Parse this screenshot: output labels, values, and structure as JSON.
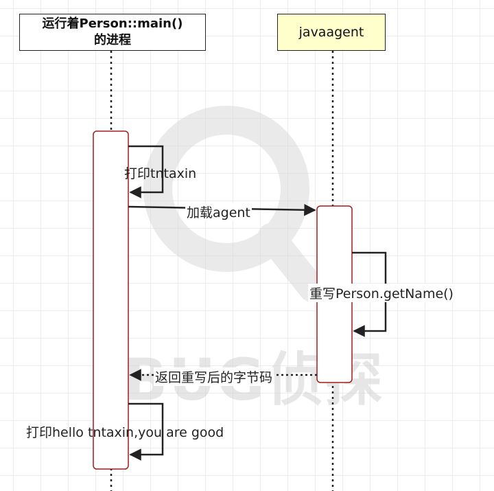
{
  "participants": {
    "process": {
      "line1": "运行着Person::main()",
      "line2": "的进程"
    },
    "agent": {
      "label": "javaagent"
    }
  },
  "messages": {
    "print_tntaxin": "打印tntaxin",
    "load_agent": "加载agent",
    "rewrite": "重写Person.getName()",
    "return_bytecode": "返回重写后的字节码",
    "print_hello": "打印hello tntaxin,you are good"
  },
  "watermark": {
    "text": "BUG侦探"
  },
  "colors": {
    "activation_border": "#a01c1c",
    "agent_fill": "#ffffcc",
    "arrow": "#222222",
    "watermark": "#cccccc"
  }
}
